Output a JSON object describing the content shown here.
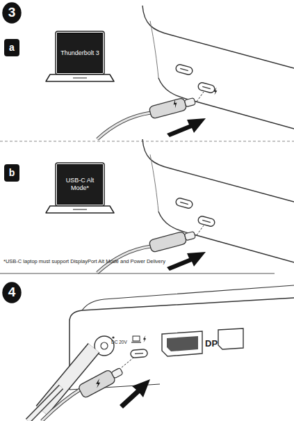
{
  "diagram": {
    "nodes": [
      {
        "text": [
          "3"
        ]
      },
      {
        "text": [
          "a"
        ]
      },
      {
        "text": [
          "Thunderbolt 3"
        ]
      },
      {
        "text": [
          "b"
        ]
      },
      {
        "text": [
          "USB-C Alt Mode*"
        ]
      },
      {
        "text": [
          "4"
        ]
      }
    ],
    "labels": [
      "*USB-C laptop must support DisplayPort Alt Mode and Power Delivery",
      "DC 20V",
      "DP"
    ]
  }
}
